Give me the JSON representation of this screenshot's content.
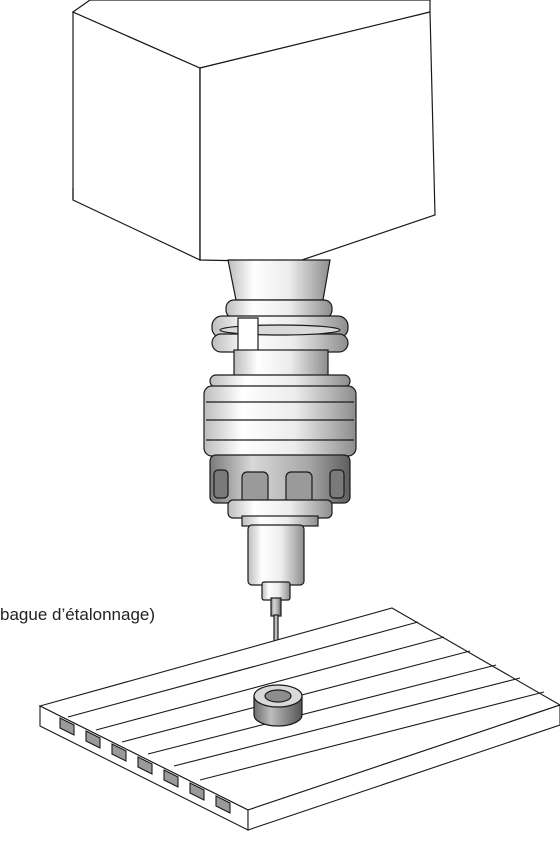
{
  "callout": {
    "label": "bague d’étalonnage)"
  },
  "colors": {
    "line": "#1a1a1a",
    "light_gray": "#d9d9d9",
    "mid_gray": "#9a9a9a",
    "dark_gray": "#555555",
    "white": "#ffffff"
  },
  "parts": [
    "spindle-head",
    "tool-holder",
    "touch-probe",
    "stylus",
    "calibration-ring",
    "t-slot-table"
  ]
}
